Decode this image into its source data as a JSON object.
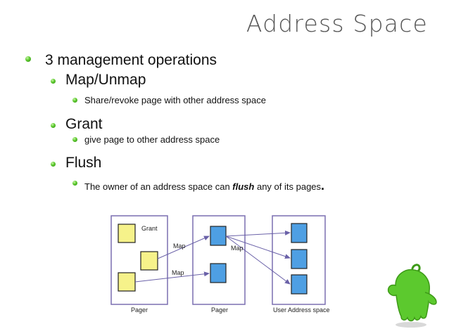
{
  "slide": {
    "title": "Address Space",
    "bullets": {
      "ops": "3 management operations",
      "map": "Map/Unmap",
      "map_desc": "Share/revoke page with other address space",
      "grant": "Grant",
      "grant_desc": "give page to other address space",
      "flush": "Flush",
      "flush_desc_pre": "The owner of an address space can ",
      "flush_desc_word": "flush",
      "flush_desc_post": " any of its pages",
      "flush_desc_end": "."
    }
  },
  "diagram": {
    "labels": {
      "grant": "Grant",
      "map_top": "Map",
      "map_bottom": "Map",
      "map_right": "Map",
      "pager_left": "Pager",
      "pager_middle": "Pager",
      "user_space": "User Address space"
    },
    "colors": {
      "box_border": "#7a6fb0",
      "yellow_page": "#f6f28a",
      "blue_page": "#4e9fe3",
      "arrow": "#6a61a8",
      "bullet": "#4cbb24",
      "mascot": "#5cc92e"
    }
  }
}
